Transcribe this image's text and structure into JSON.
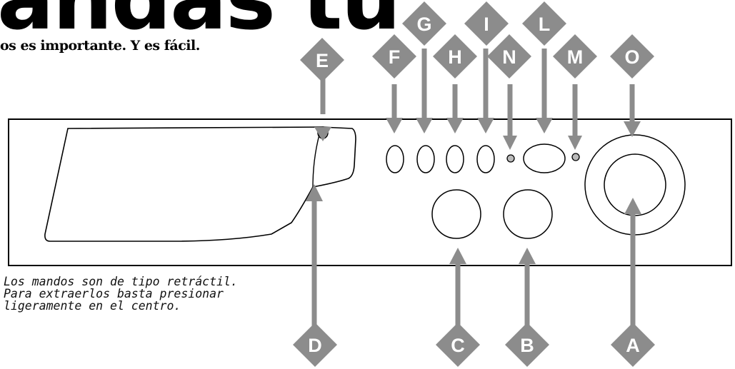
{
  "header": {
    "title_fragment": "andas tu",
    "subtitle": "os es importante. Y es fácil."
  },
  "note": {
    "lines": [
      "Los mandos son de tipo retráctil.",
      "Para extraerlos basta presionar",
      "ligeramente en el centro."
    ]
  },
  "callouts": [
    "E",
    "F",
    "G",
    "H",
    "I",
    "N",
    "L",
    "M",
    "O",
    "D",
    "C",
    "B",
    "A"
  ],
  "colors": {
    "marker": "#8c8c8c",
    "stroke": "#000000",
    "marker_text": "#ffffff"
  }
}
